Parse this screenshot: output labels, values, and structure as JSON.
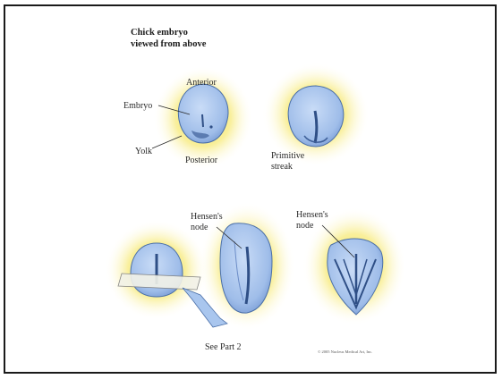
{
  "title_lines": [
    "Chick embryo",
    "viewed from above"
  ],
  "labels": {
    "anterior": "Anterior",
    "embryo": "Embryo",
    "yolk": "Yolk",
    "posterior": "Posterior",
    "primitive_streak": [
      "Primitive",
      "streak"
    ],
    "hensens_node_1": [
      "Hensen's",
      "node"
    ],
    "hensens_node_2": [
      "Hensen's",
      "node"
    ],
    "see_part": "See Part 2",
    "copyright": "© 2005 Nucleus Medical Art, Inc."
  },
  "colors": {
    "embryo_fill": "#a9c6ee",
    "embryo_stroke": "#4a6fa8",
    "halo": "#f2e35a",
    "streak": "#2f4f86",
    "frame": "#1a1a1a"
  }
}
